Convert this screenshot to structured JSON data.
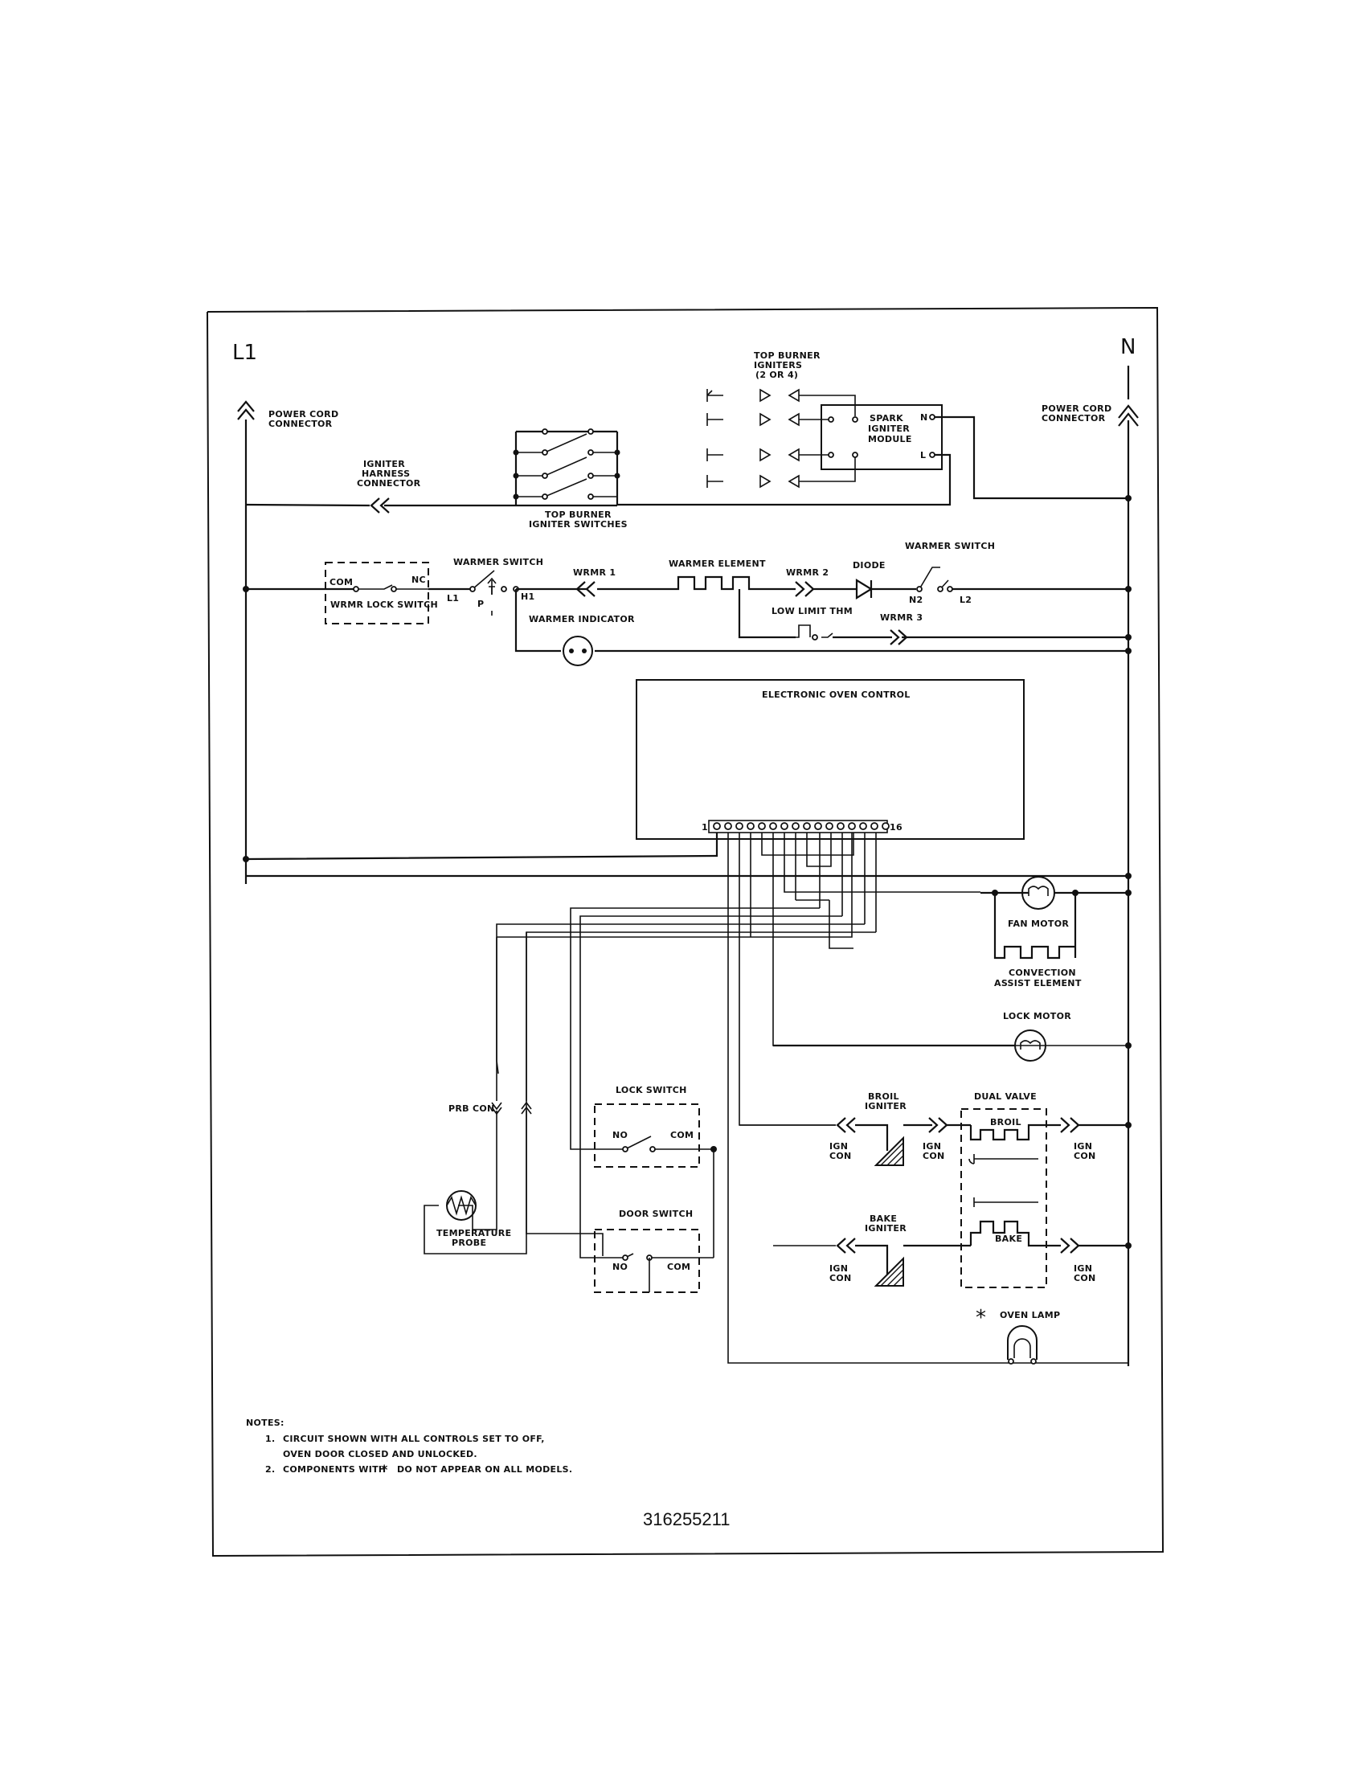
{
  "lines": {
    "l1": "L1",
    "n": "N"
  },
  "power_cord_left": [
    "POWER CORD",
    "CONNECTOR"
  ],
  "power_cord_right": [
    "POWER CORD",
    "CONNECTOR"
  ],
  "igniter_harness": [
    "IGNITER",
    "HARNESS",
    "CONNECTOR"
  ],
  "top_burner_switches": [
    "TOP BURNER",
    "IGNITER SWITCHES"
  ],
  "top_burner_igniters": [
    "TOP BURNER",
    "IGNITERS",
    "(2 OR 4)"
  ],
  "spark_module": [
    "SPARK",
    "IGNITER",
    "MODULE"
  ],
  "spark_terminals": {
    "n": "N",
    "l": "L"
  },
  "warmer_lock_switch": {
    "com": "COM",
    "nc": "NC",
    "name": "WRMR LOCK SWITCH"
  },
  "warmer_switch_left": {
    "title": "WARMER SWITCH",
    "l1": "L1",
    "p": "P",
    "h1": "H1"
  },
  "warmer_row": {
    "wrmr1": "WRMR 1",
    "element": "WARMER ELEMENT",
    "wrmr2": "WRMR 2",
    "diode": "DIODE",
    "switch2": "WARMER SWITCH",
    "n2": "N2",
    "l2": "L2",
    "low_limit": "LOW LIMIT THM",
    "wrmr3": "WRMR 3",
    "indicator": "WARMER INDICATOR"
  },
  "control": {
    "title": "ELECTRONIC OVEN CONTROL",
    "pin_first": "1",
    "pin_last": "16"
  },
  "fan_motor": "FAN MOTOR",
  "convection": [
    "CONVECTION",
    "ASSIST ELEMENT"
  ],
  "lock_motor": "LOCK MOTOR",
  "prb_con": "PRB CON",
  "probe": [
    "TEMPERATURE",
    "PROBE"
  ],
  "lock_switch": {
    "title": "LOCK SWITCH",
    "no": "NO",
    "com": "COM"
  },
  "door_switch": {
    "title": "DOOR SWITCH",
    "no": "NO",
    "com": "COM"
  },
  "broil_igniter": [
    "BROIL",
    "IGNITER"
  ],
  "bake_igniter": [
    "BAKE",
    "IGNITER"
  ],
  "ign_con": [
    "IGN",
    "CON"
  ],
  "dual_valve": {
    "title": "DUAL VALVE",
    "broil": "BROIL",
    "bake": "BAKE"
  },
  "oven_lamp": {
    "mark": "*",
    "label": "OVEN LAMP"
  },
  "notes": {
    "heading": "NOTES:",
    "n1_num": "1.",
    "n1_a": "CIRCUIT SHOWN WITH ALL CONTROLS SET TO OFF,",
    "n1_b": "OVEN DOOR CLOSED AND UNLOCKED.",
    "n2_num": "2.",
    "n2_a": "COMPONENTS WITH",
    "n2_mark": "*",
    "n2_b": "DO NOT APPEAR ON ALL MODELS."
  },
  "part_number": "316255211"
}
